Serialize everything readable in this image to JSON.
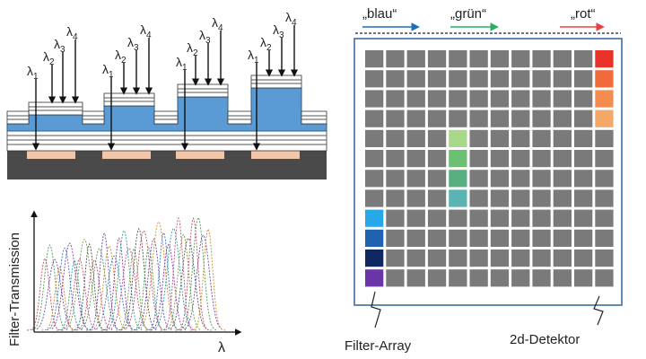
{
  "cross_section": {
    "wavelength_base": "λ",
    "wavelength_subscripts": [
      "1",
      "2",
      "3",
      "4"
    ]
  },
  "plot": {
    "ylabel": "Filter-Transmission",
    "xlabel": "λ"
  },
  "color_labels": [
    {
      "text": "„blau“",
      "color": "#1e6fb8"
    },
    {
      "text": "„grün“",
      "color": "#27ae60"
    },
    {
      "text": "„rot“",
      "color": "#e84040"
    }
  ],
  "detector": {
    "grid_rows": 12,
    "grid_cols": 12,
    "cell_color": "#7a7a7a",
    "frame_color": "#3a6ea5",
    "colored_cells": [
      {
        "row": 0,
        "col": 11,
        "color": "#e8322a"
      },
      {
        "row": 1,
        "col": 11,
        "color": "#f06a3a"
      },
      {
        "row": 2,
        "col": 11,
        "color": "#f48c50"
      },
      {
        "row": 3,
        "col": 11,
        "color": "#f4a868"
      },
      {
        "row": 4,
        "col": 4,
        "color": "#a8d88a"
      },
      {
        "row": 5,
        "col": 4,
        "color": "#6cc072"
      },
      {
        "row": 6,
        "col": 4,
        "color": "#58b080"
      },
      {
        "row": 7,
        "col": 4,
        "color": "#5ab4b4"
      },
      {
        "row": 8,
        "col": 0,
        "color": "#28a8e8"
      },
      {
        "row": 9,
        "col": 0,
        "color": "#1e62b0"
      },
      {
        "row": 10,
        "col": 0,
        "color": "#102860"
      },
      {
        "row": 11,
        "col": 0,
        "color": "#6a35a8"
      }
    ]
  },
  "labels": {
    "filter_array": "Filter-Array",
    "detector_2d": "2d-Detektor"
  }
}
